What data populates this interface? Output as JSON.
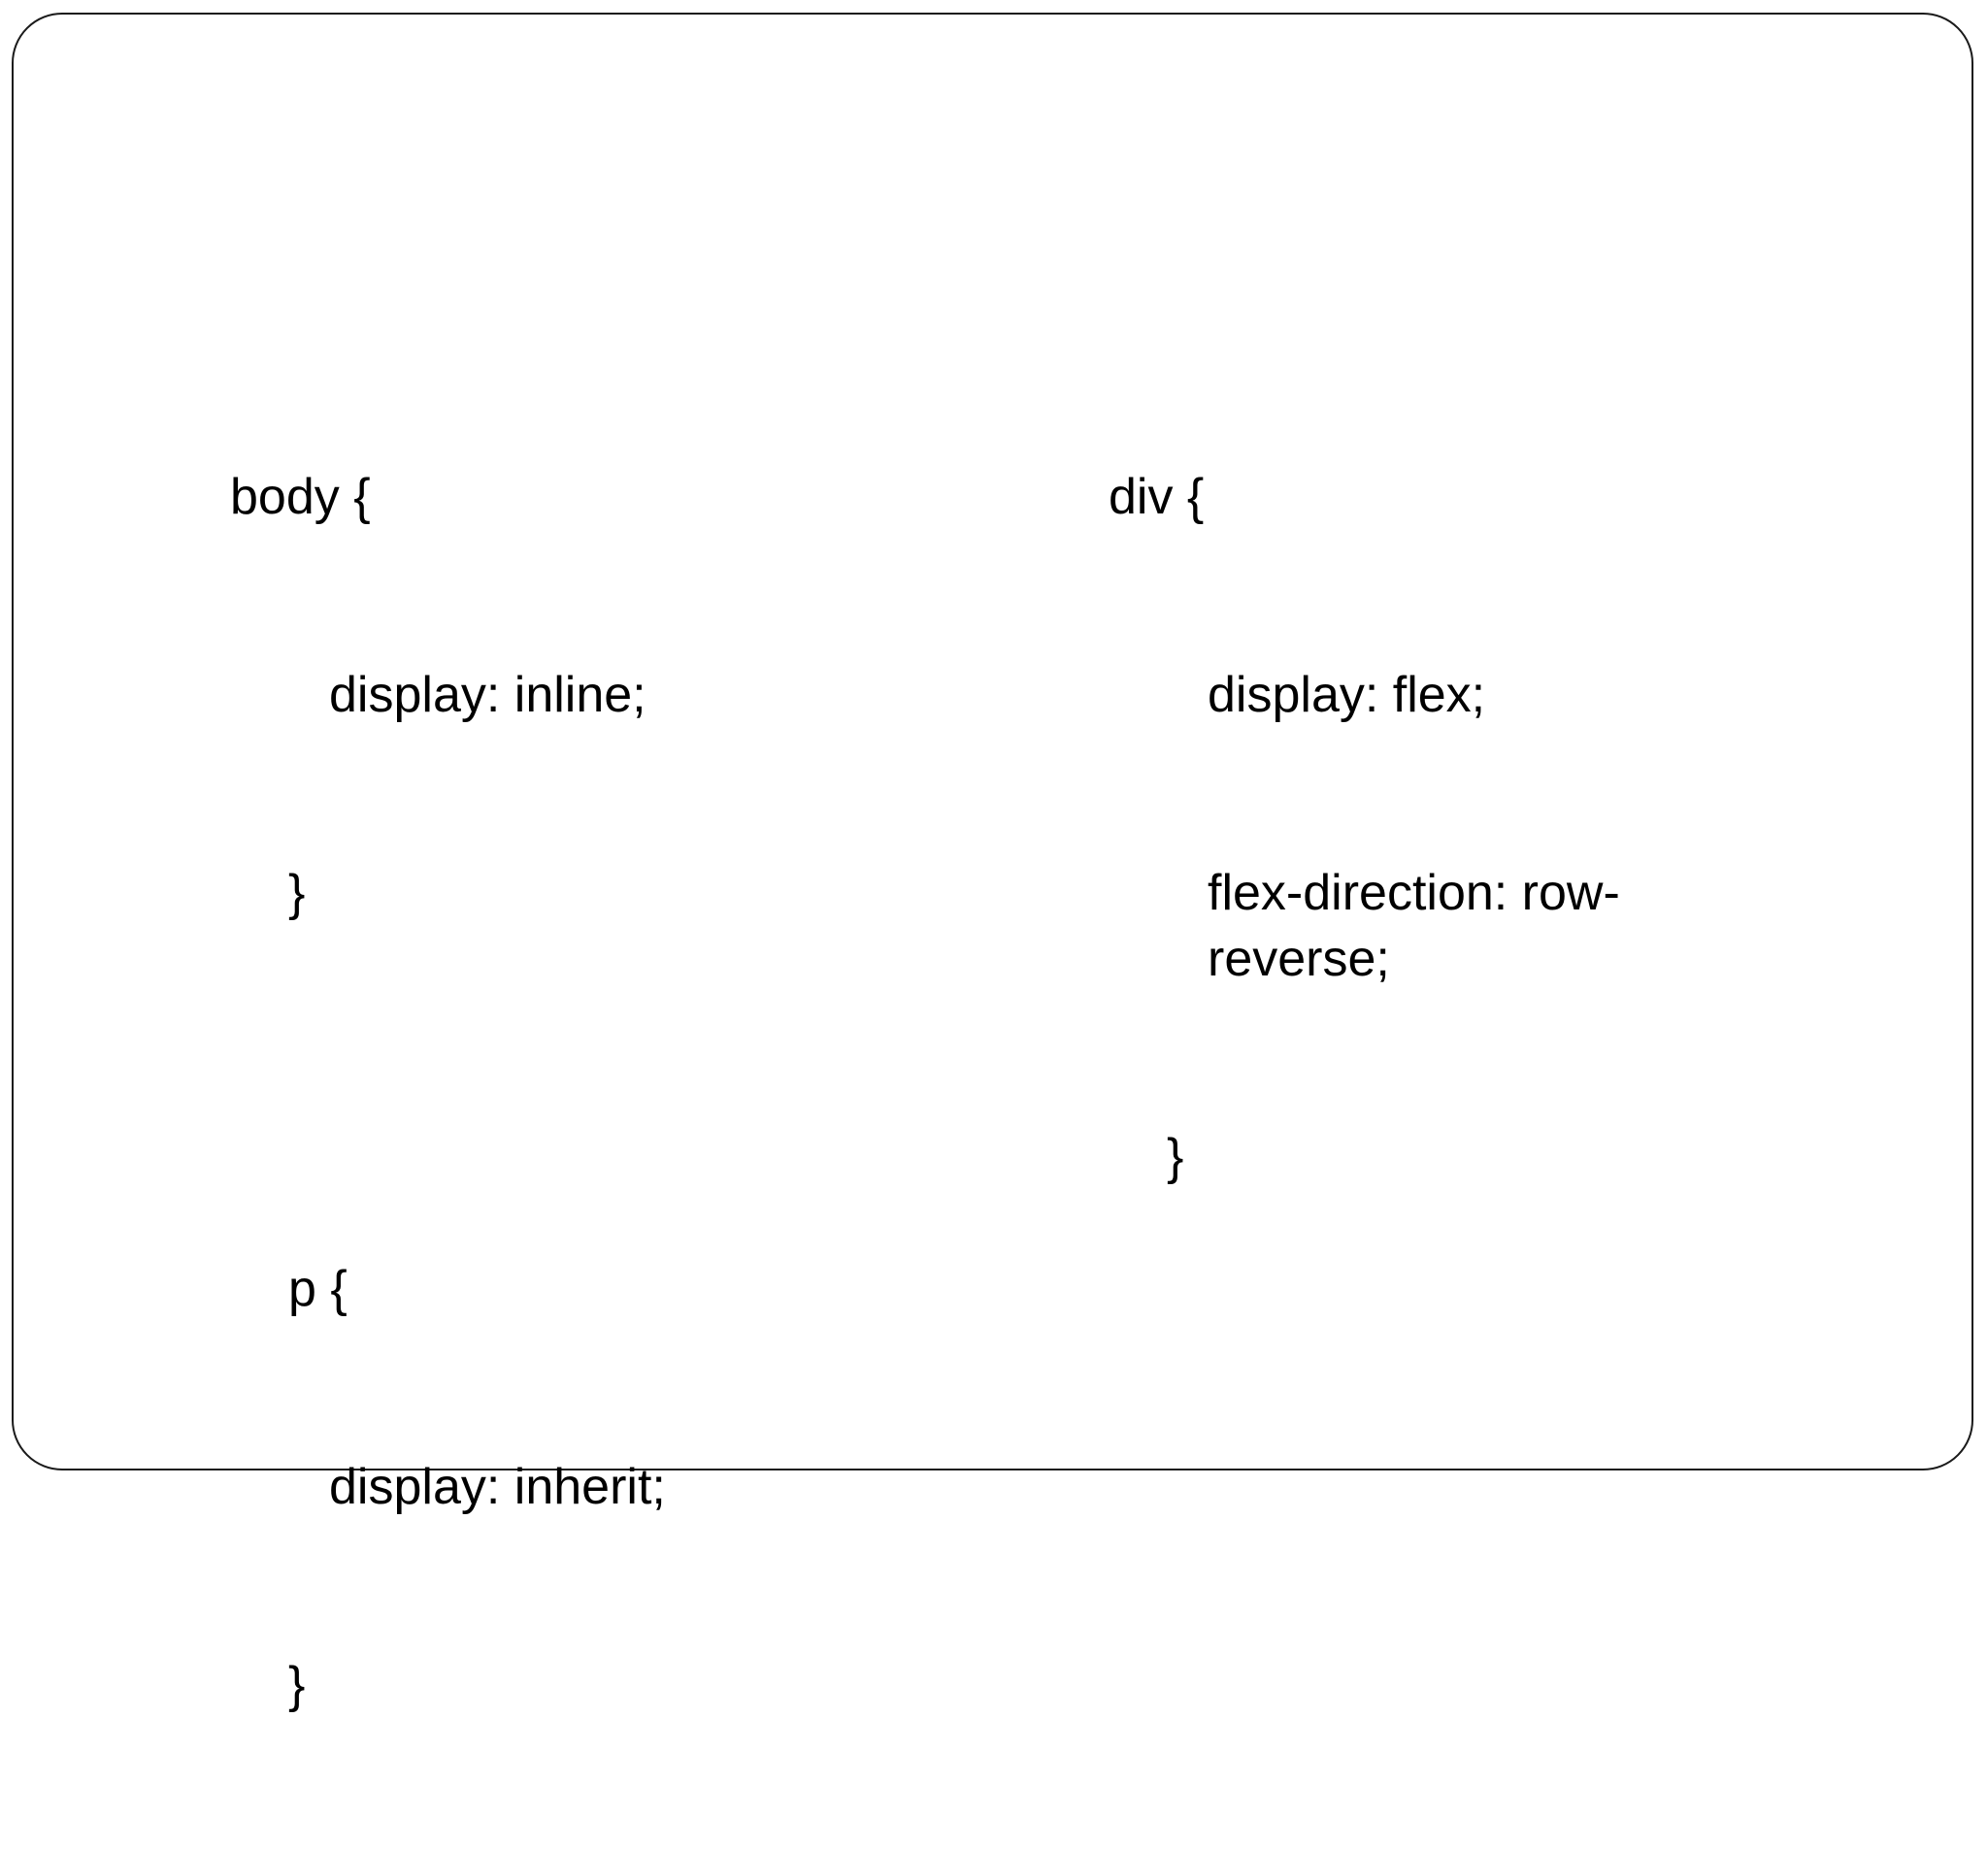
{
  "slide": {
    "background_color": "#ffffff",
    "border_color": "#1a1a1a",
    "text_color": "#000000"
  },
  "code_blocks": [
    {
      "id": "left",
      "selector": "body",
      "lines": [
        {
          "text": "body {",
          "indent": 0
        },
        {
          "text": "display: inline;",
          "indent": 2
        },
        {
          "text": "}",
          "indent": 1
        },
        {
          "text": "",
          "indent": 0
        },
        {
          "text": "p {",
          "indent": 1
        },
        {
          "text": "display: inherit;",
          "indent": 2
        },
        {
          "text": "}",
          "indent": 1
        }
      ]
    },
    {
      "id": "right",
      "selector": "div",
      "lines": [
        {
          "text": "div {",
          "indent": 0
        },
        {
          "text": "display: flex;",
          "indent": 2
        },
        {
          "text": "flex-direction: row-reverse;",
          "indent": 2
        },
        {
          "text": "}",
          "indent": 1
        }
      ]
    }
  ]
}
